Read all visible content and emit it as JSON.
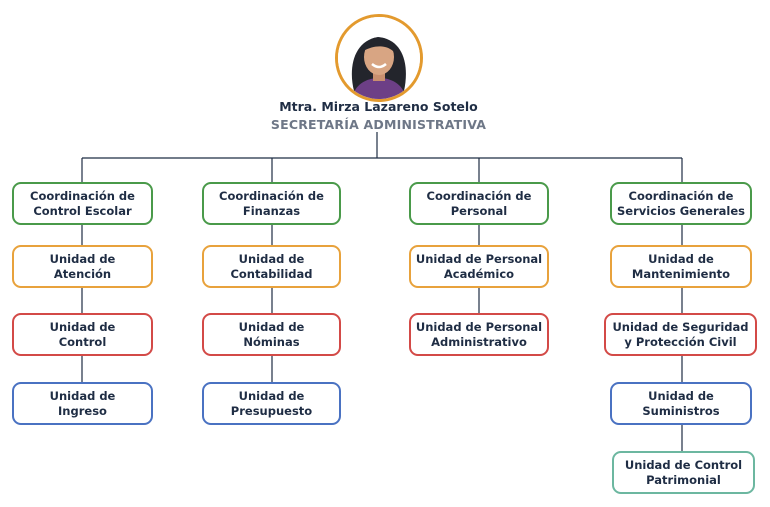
{
  "head": {
    "name": "Mtra. Mirza Lazareno Sotelo",
    "title": "SECRETARÍA ADMINISTRATIVA"
  },
  "colors": {
    "coordination": "#4a9a4a",
    "level1": "#e8a23c",
    "level2": "#d34a47",
    "level3": "#4a72c2",
    "level4": "#6cb7a0",
    "avatar_ring": "#e39a2e",
    "line": "#1f2d44"
  },
  "columns": [
    {
      "coordination": "Coordinación de\nControl Escolar",
      "units": [
        "Unidad de\nAtención",
        "Unidad de\nControl",
        "Unidad de\nIngreso"
      ]
    },
    {
      "coordination": "Coordinación de\nFinanzas",
      "units": [
        "Unidad de\nContabilidad",
        "Unidad de\nNóminas",
        "Unidad de\nPresupuesto"
      ]
    },
    {
      "coordination": "Coordinación de\nPersonal",
      "units": [
        "Unidad de Personal\nAcadémico",
        "Unidad de Personal\nAdministrativo"
      ]
    },
    {
      "coordination": "Coordinación de\nServicios Generales",
      "units": [
        "Unidad de\nMantenimiento",
        "Unidad de Seguridad\ny Protección Civil",
        "Unidad de\nSuministros",
        "Unidad de Control\nPatrimonial"
      ]
    }
  ]
}
